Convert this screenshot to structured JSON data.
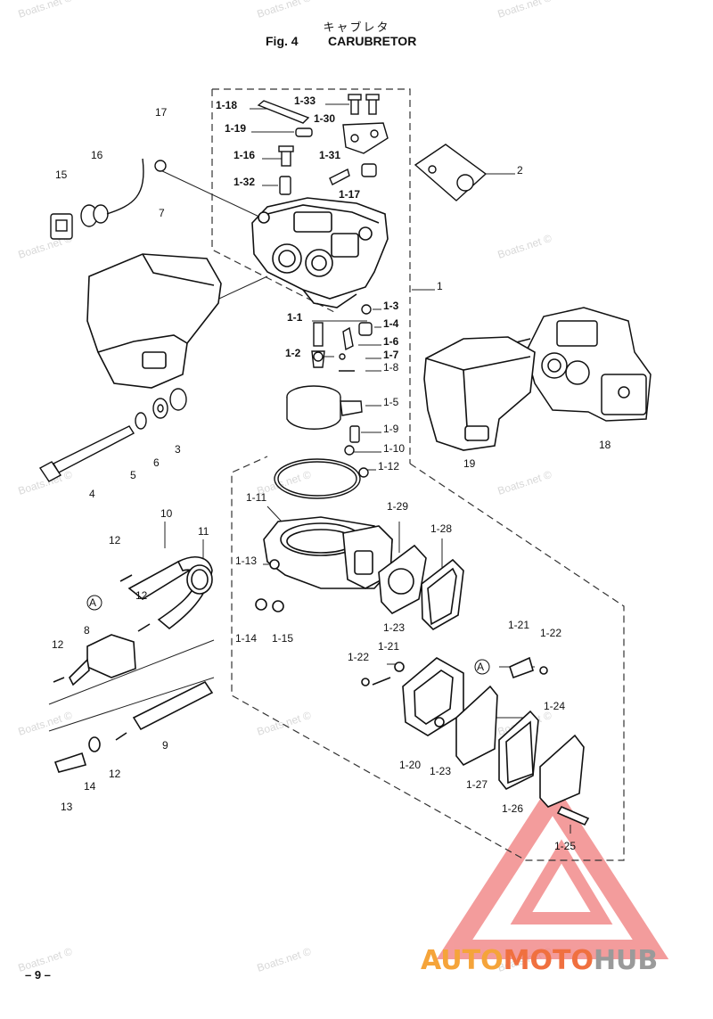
{
  "header": {
    "title_jp": "キャブレタ",
    "fig_number": "Fig. 4",
    "fig_name": "CARUBRETOR"
  },
  "page_number": "– 9 –",
  "watermark_text": "Boats.net ©",
  "logo": {
    "part1": "AUTO",
    "part2": "MOTO",
    "part3": "HUB",
    "colors": {
      "auto": "#f5a43a",
      "moto": "#f0703f",
      "hub": "#9a9a9a",
      "triangle": "#f07b7b"
    }
  },
  "callouts": [
    "1-33",
    "1-18",
    "1-30",
    "1-19",
    "1-31",
    "1-16",
    "1-17",
    "1-32",
    "2",
    "17",
    "16",
    "15",
    "7",
    "1",
    "1-3",
    "1-4",
    "1-1",
    "1-6",
    "1-2",
    "1-7",
    "1-8",
    "1-5",
    "1-9",
    "1-10",
    "1-12",
    "3",
    "6",
    "5",
    "4",
    "18",
    "19",
    "1-11",
    "1-29",
    "1-28",
    "10",
    "11",
    "12",
    "1-13",
    "A",
    "12",
    "1-14",
    "1-15",
    "8",
    "12",
    "1-23",
    "1-21",
    "1-22",
    "1-21",
    "1-22",
    "A",
    "9",
    "12",
    "14",
    "13",
    "1-20",
    "1-23",
    "1-27",
    "1-24",
    "1-26",
    "1-25"
  ]
}
